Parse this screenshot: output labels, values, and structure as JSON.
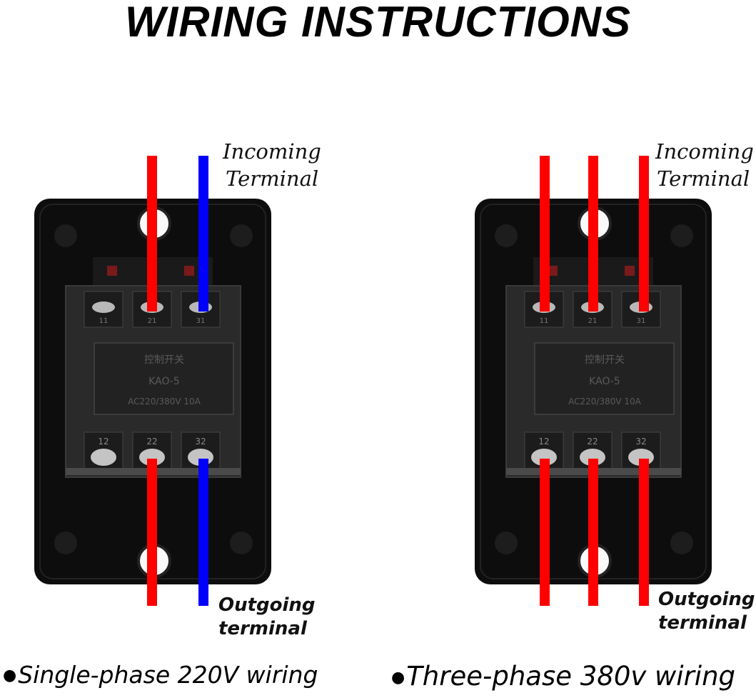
{
  "title": "WIRING INSTRUCTIONS",
  "colors": {
    "live": "#ff0000",
    "neutral": "#0000ff",
    "housing": "#0d0d0d",
    "contactor": "#2a2a2a"
  },
  "left_panel": {
    "incoming_line1": "Incoming",
    "incoming_line2": "Terminal",
    "outgoing_line1": "Outgoing",
    "outgoing_line2": "terminal",
    "caption_bullet": "●",
    "caption": "Single-phase 220V wiring",
    "terminals_top": [
      "11",
      "21",
      "31"
    ],
    "terminals_bottom": [
      "12",
      "22",
      "32"
    ],
    "switch_text": [
      "控制开关",
      "KAO-5",
      "AC220/380V 10A"
    ]
  },
  "right_panel": {
    "incoming_line1": "Incoming",
    "incoming_line2": "Terminal",
    "outgoing_line1": "Outgoing",
    "outgoing_line2": "terminal",
    "caption_bullet": "●",
    "caption": "Three-phase 380v wiring",
    "terminals_top": [
      "11",
      "21",
      "31"
    ],
    "terminals_bottom": [
      "12",
      "22",
      "32"
    ],
    "switch_text": [
      "控制开关",
      "KAO-5",
      "AC220/380V 10A"
    ]
  }
}
